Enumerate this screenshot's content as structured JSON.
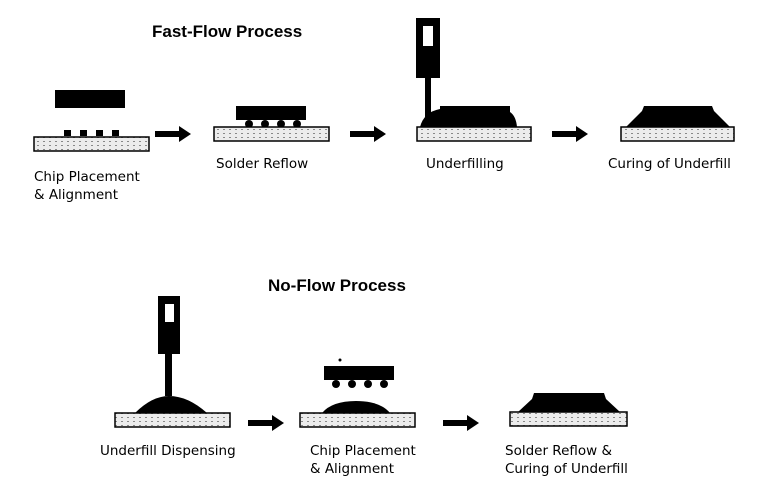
{
  "fast_flow": {
    "title": "Fast-Flow Process",
    "steps": [
      {
        "label_lines": [
          "Chip Placement",
          "& Alignment"
        ]
      },
      {
        "label_lines": [
          "Solder Reflow"
        ]
      },
      {
        "label_lines": [
          "Underfilling"
        ]
      },
      {
        "label_lines": [
          "Curing of Underfill"
        ]
      }
    ]
  },
  "no_flow": {
    "title": "No-Flow Process",
    "steps": [
      {
        "label_lines": [
          "Underfill Dispensing"
        ]
      },
      {
        "label_lines": [
          "Chip Placement",
          "& Alignment"
        ]
      },
      {
        "label_lines": [
          "Solder Reflow &",
          "Curing of Underfill"
        ]
      }
    ]
  },
  "colors": {
    "ink": "#000000",
    "substrate_fill": "#e6e6e6",
    "background": "#ffffff"
  }
}
